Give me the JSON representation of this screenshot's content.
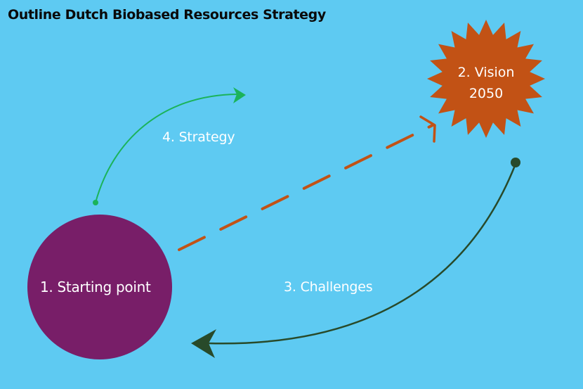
{
  "title": "Outline Dutch Biobased Resources Strategy",
  "colors": {
    "background": "#5ecaf2",
    "starting_point": "#781e68",
    "vision": "#c25215",
    "strategy_arrow": "#1bb35a",
    "vision_arrow": "#c25215",
    "challenges_arrow": "#284a2a",
    "label_text": "#ffffff",
    "title_text": "#0a0a0a"
  },
  "nodes": {
    "starting_point": {
      "label": "1.  Starting point",
      "shape": "circle"
    },
    "vision": {
      "label_line1": "2. Vision",
      "label_line2": "2050",
      "shape": "starburst"
    }
  },
  "arrows": {
    "strategy": {
      "label": "4. Strategy",
      "style": "solid-curved",
      "from": "starting_point",
      "to": "upward"
    },
    "vision_path": {
      "label": "",
      "style": "dashed-straight",
      "from": "starting_point",
      "to": "vision"
    },
    "challenges": {
      "label": "3. Challenges",
      "style": "solid-curved",
      "from": "vision",
      "to": "starting_point"
    }
  }
}
